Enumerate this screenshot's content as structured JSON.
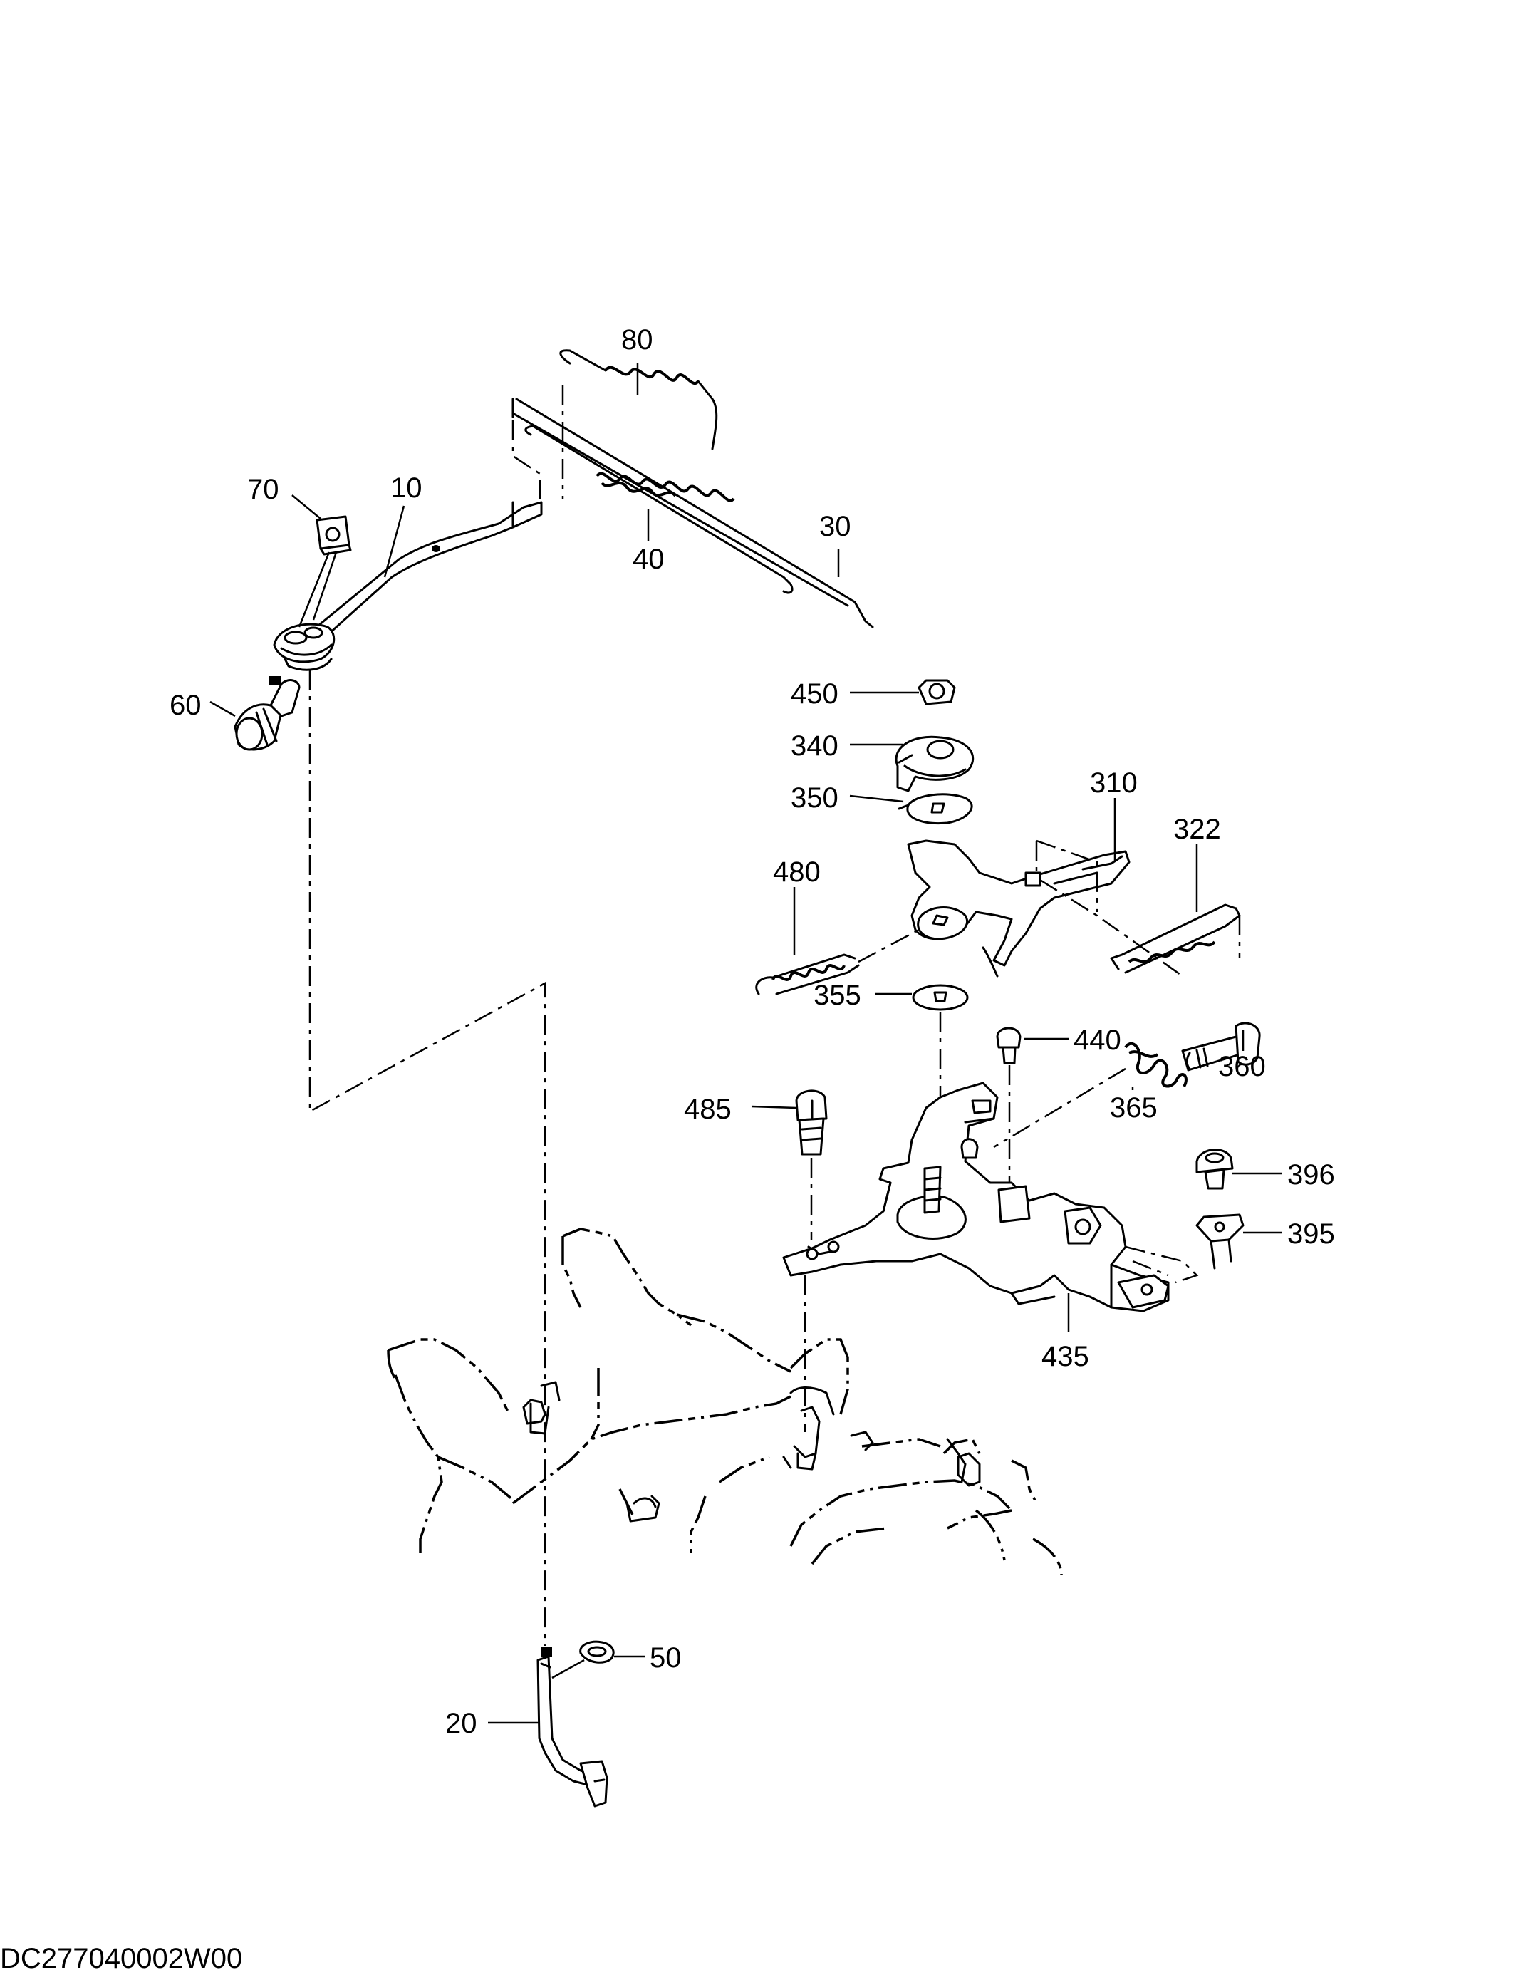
{
  "diagram": {
    "drawing_code": "DC277040002W00",
    "part_labels": {
      "p10": "10",
      "p20": "20",
      "p30": "30",
      "p40": "40",
      "p50": "50",
      "p60": "60",
      "p70": "70",
      "p80": "80",
      "p310": "310",
      "p322": "322",
      "p340": "340",
      "p350": "350",
      "p355": "355",
      "p360": "360",
      "p365": "365",
      "p395": "395",
      "p396": "396",
      "p435": "435",
      "p440": "440",
      "p450": "450",
      "p480": "480",
      "p485": "485"
    }
  }
}
